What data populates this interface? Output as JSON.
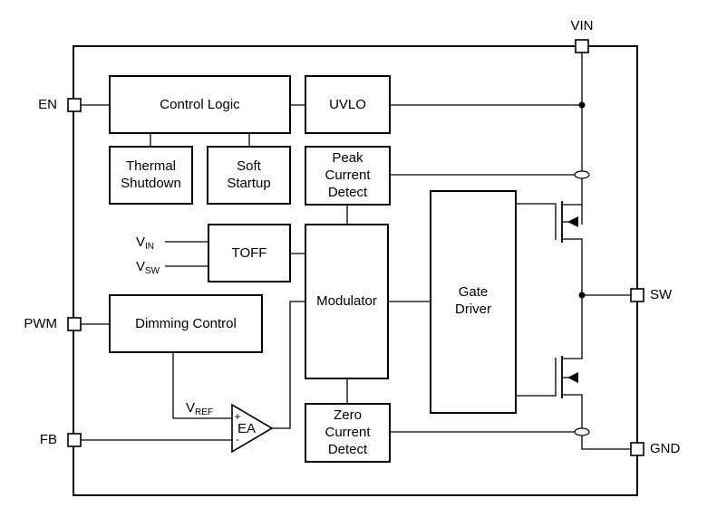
{
  "pins": {
    "vin": "VIN",
    "en": "EN",
    "pwm": "PWM",
    "fb": "FB",
    "sw": "SW",
    "gnd": "GND"
  },
  "blocks": {
    "control_logic": "Control Logic",
    "uvlo": "UVLO",
    "thermal_line1": "Thermal",
    "thermal_line2": "Shutdown",
    "soft_line1": "Soft",
    "soft_line2": "Startup",
    "peak_line1": "Peak",
    "peak_line2": "Current",
    "peak_line3": "Detect",
    "toff": "TOFF",
    "modulator": "Modulator",
    "gate_line1": "Gate",
    "gate_line2": "Driver",
    "dimming": "Dimming Control",
    "zero_line1": "Zero",
    "zero_line2": "Current",
    "zero_line3": "Detect",
    "ea": "EA"
  },
  "signals": {
    "v": "V",
    "vin_sub": "IN",
    "vsw_sub": "SW",
    "vref_sub": "REF",
    "plus": "+",
    "minus": "-"
  }
}
